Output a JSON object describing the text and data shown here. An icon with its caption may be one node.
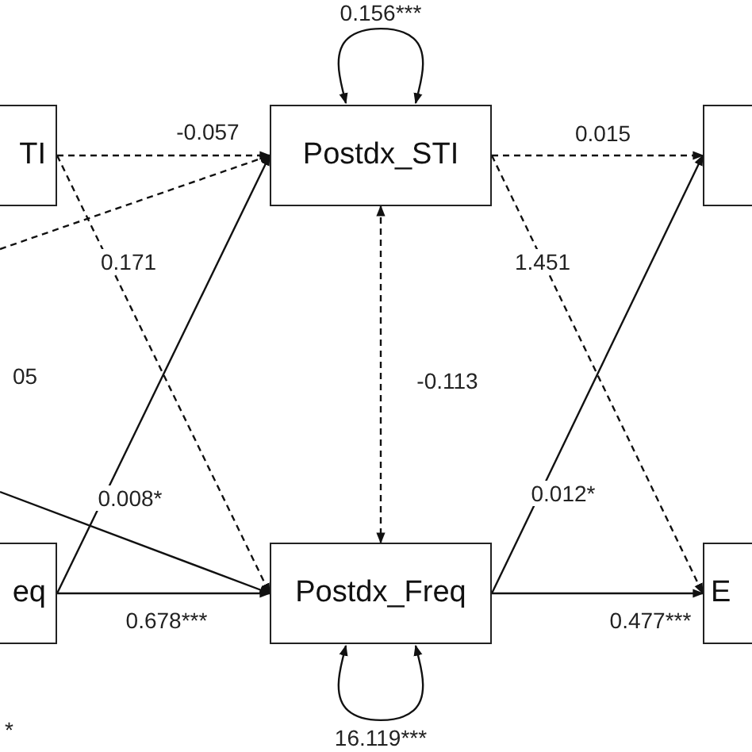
{
  "diagram": {
    "nodes": [
      {
        "text": [
          "TI"
        ]
      },
      {
        "text": [
          "Postdx_STI"
        ]
      },
      {
        "text": [],
        "shape": "box"
      },
      {
        "text": [
          "eq"
        ]
      },
      {
        "text": [
          "Postdx_Freq"
        ]
      },
      {
        "text": [
          "E"
        ]
      }
    ],
    "edges": [
      {
        "from": 1,
        "to": 1,
        "arrow": "both",
        "label": "0.156***"
      },
      {
        "from": 0,
        "to": 1,
        "arrow": "to",
        "style": "dashed",
        "label": "-0.057"
      },
      {
        "from": 1,
        "to": 2,
        "arrow": "to",
        "style": "dashed",
        "label": "0.015"
      },
      {
        "from": null,
        "to": 1,
        "arrow": "to",
        "style": "dashed"
      },
      {
        "from": 0,
        "to": 4,
        "arrow": "to",
        "style": "dashed",
        "label": "0.171"
      },
      {
        "from": 1,
        "to": 5,
        "arrow": "to",
        "style": "dashed",
        "label": "1.451"
      },
      {
        "from": 1,
        "to": 4,
        "arrow": "both",
        "style": "dashed",
        "label": "-0.113"
      },
      {
        "from": 3,
        "to": 1,
        "arrow": "to",
        "label": "0.008*"
      },
      {
        "from": 4,
        "to": 2,
        "arrow": "to",
        "label": "0.012*"
      },
      {
        "from": null,
        "to": 4,
        "arrow": "to"
      },
      {
        "from": 3,
        "to": 4,
        "arrow": "to",
        "label": "0.678***"
      },
      {
        "from": 4,
        "to": 5,
        "arrow": "to",
        "label": "0.477***"
      },
      {
        "from": 4,
        "to": 4,
        "arrow": "both",
        "label": "16.119***"
      }
    ],
    "labels": [
      "05",
      "*"
    ]
  }
}
